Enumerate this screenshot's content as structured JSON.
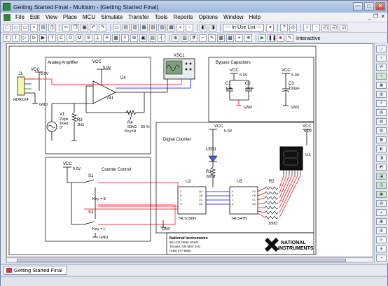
{
  "window": {
    "title": "Getting Started Final - Multisim - [Getting Started Final]",
    "minimize": "—",
    "maximize": "□",
    "close": "✕"
  },
  "menu": {
    "items": [
      {
        "label": "File",
        "accel": "F"
      },
      {
        "label": "Edit",
        "accel": "E"
      },
      {
        "label": "View",
        "accel": "V"
      },
      {
        "label": "Place",
        "accel": "P"
      },
      {
        "label": "MCU",
        "accel": "M"
      },
      {
        "label": "Simulate",
        "accel": "S"
      },
      {
        "label": "Transfer",
        "accel": "n"
      },
      {
        "label": "Tools",
        "accel": "T"
      },
      {
        "label": "Reports",
        "accel": "R"
      },
      {
        "label": "Options",
        "accel": "O"
      },
      {
        "label": "Window",
        "accel": "W"
      },
      {
        "label": "Help",
        "accel": "H"
      }
    ],
    "mdi_controls": [
      "_",
      "❐",
      "✕"
    ]
  },
  "toolbar": {
    "in_use_list": "--- In-Use List ---",
    "interactive": "Interactive"
  },
  "schematic": {
    "analog_amplifier": {
      "title": "Analog Amplifier",
      "vcc": "VCC",
      "vcc_volt": "5.0V",
      "vcc2": "VCC",
      "vcc2_volt": "5.0V",
      "j1": "J1",
      "hdr": "HDR1X4",
      "gnd": "GND",
      "v1": "V1",
      "v1_amp": "2Vpk",
      "v1_freq": "1kHz",
      "v1_phase": "0°",
      "r3": "R3",
      "r3_val": "1kΩ",
      "u4": "U4",
      "u4_part": "741",
      "r4": "R4",
      "r4_val": "50kΩ",
      "r4_key": "Key=A",
      "r4_pct": "50 %"
    },
    "xsc1": "XSC1",
    "bypass": {
      "title": "Bypass Capacitors",
      "vcc1": "VCC",
      "vcc1_volt": "5.0V",
      "vcc2": "VCC",
      "vcc2_volt": "5.0V",
      "c1": "C1",
      "c1_val": "1µF",
      "c2": "C2",
      "c2_val": "10nF",
      "c3": "C3",
      "c3_val": "100µF",
      "gnd1": "GND",
      "gnd2": "GND"
    },
    "digital_counter": {
      "title": "Digital Counter",
      "vcc1": "VCC",
      "vcc1_volt": "5.0V",
      "vcc2": "VCC",
      "vcc2_volt": "5.0V",
      "led1": "LED1",
      "r1": "R1",
      "r1_val": "200Ω",
      "u1": "U1",
      "u2": "U2",
      "u2_part": "74LS190N",
      "u3": "U3",
      "u3_part": "74LS47N",
      "r2": "R2",
      "r2_val": "180Ω"
    },
    "counter_control": {
      "title": "Counter Control",
      "vcc": "VCC",
      "vcc_volt": "5.0V",
      "s1": "S1",
      "s1_key": "Key = E",
      "s2": "S2",
      "s2_key": "Key = L",
      "gnd": "GND",
      "gnd2": "GND"
    },
    "title_block": {
      "company": "National Instruments",
      "line1": "801-111 Peter Street",
      "line2": "Toronto, ON M5V 2H1",
      "line3": "(416) 977-5550",
      "logo_line1": "NATIONAL",
      "logo_line2": "INSTRUMENTS"
    }
  },
  "tab": {
    "label": "Getting Started Final"
  }
}
